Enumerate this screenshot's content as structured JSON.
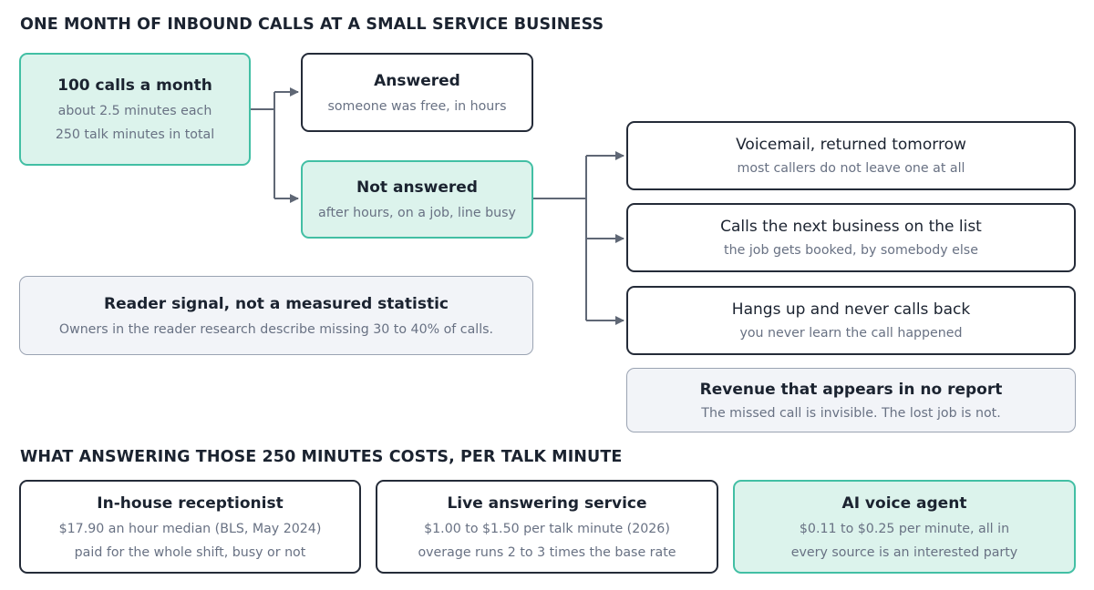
{
  "headings": {
    "top": "ONE MONTH OF INBOUND CALLS AT A SMALL SERVICE BUSINESS",
    "bottom": "WHAT ANSWERING THOSE 250 MINUTES COSTS, PER TALK MINUTE"
  },
  "calls": {
    "title": "100 calls a month",
    "line1": "about 2.5 minutes each",
    "line2": "250 talk minutes in total"
  },
  "answered": {
    "title": "Answered",
    "line1": "someone was free, in hours"
  },
  "not_answered": {
    "title": "Not answered",
    "line1": "after hours, on a job, line busy"
  },
  "outcomes": [
    {
      "title": "Voicemail, returned tomorrow",
      "line1": "most callers do not leave one at all"
    },
    {
      "title": "Calls the next business on the list",
      "line1": "the job gets booked, by somebody else"
    },
    {
      "title": "Hangs up and never calls back",
      "line1": "you never learn the call happened"
    }
  ],
  "reader_signal": {
    "title": "Reader signal, not a measured statistic",
    "line1": "Owners in the reader research describe missing 30 to 40% of calls."
  },
  "revenue": {
    "title": "Revenue that appears in no report",
    "line1": "The missed call is invisible. The lost job is not."
  },
  "costs": [
    {
      "title": "In-house receptionist",
      "line1": "$17.90 an hour median (BLS, May 2024)",
      "line2": "paid for the whole shift, busy or not"
    },
    {
      "title": "Live answering service",
      "line1": "$1.00 to $1.50 per talk minute (2026)",
      "line2": "overage runs 2 to 3 times the base rate"
    },
    {
      "title": "AI voice agent",
      "line1": "$0.11 to $0.25 per minute, all in",
      "line2": "every source is an interested party"
    }
  ],
  "colors": {
    "dark_border": "#242b38",
    "teal_fill": "#dcf3ec",
    "teal_border": "#42bfa4",
    "grey_fill": "#f2f4f8",
    "connector": "#5f6775"
  }
}
